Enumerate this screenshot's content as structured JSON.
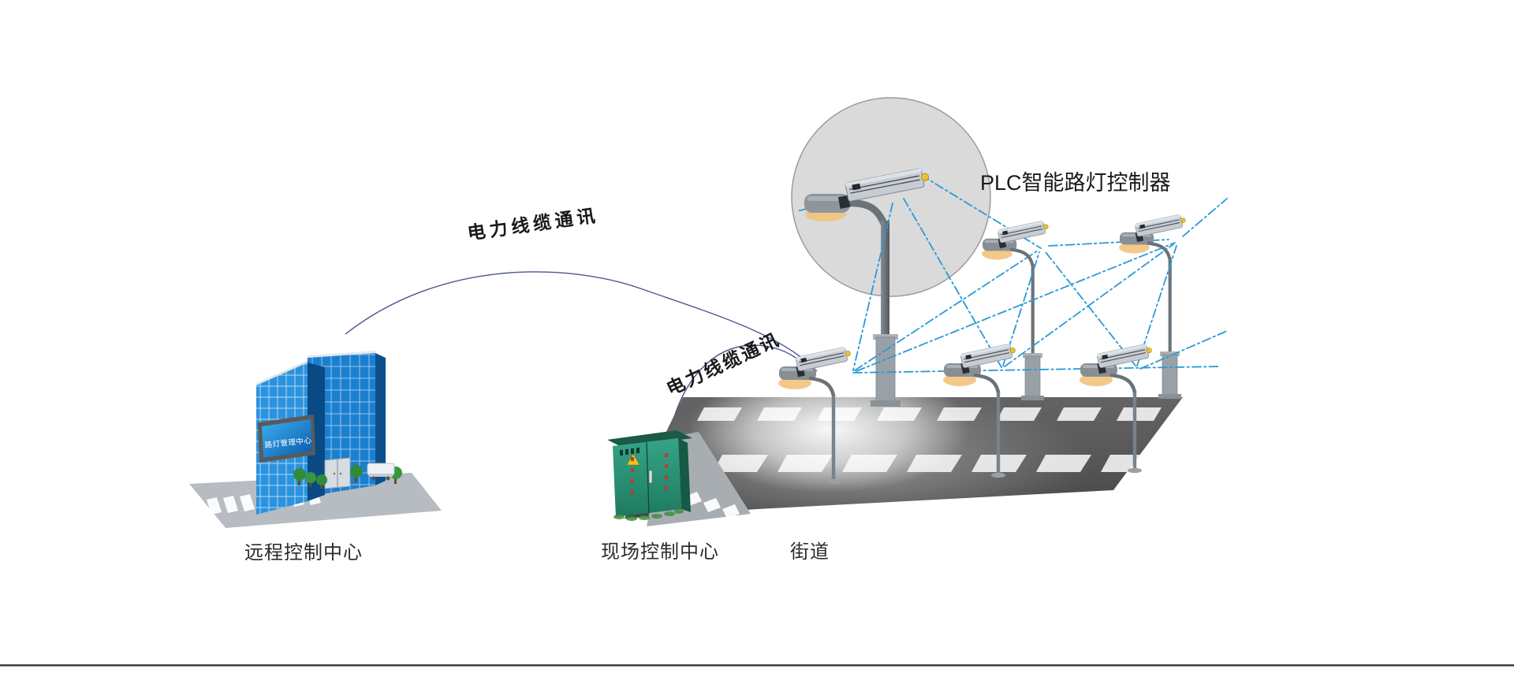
{
  "diagram": {
    "title_none": "",
    "labels": {
      "remote_control_center": "远程控制中心",
      "field_control_center": "现场控制中心",
      "street": "街道",
      "plc_controller": "PLC智能路灯控制器",
      "powerline_comm_1": "电力线缆通讯",
      "powerline_comm_2": "电力线缆通讯",
      "building_screen": "路灯管理中心"
    },
    "colors": {
      "mesh_link_blue": "#2A9AD7",
      "arc_line_navy": "#4A5790",
      "road_gray": "#565656",
      "cabinet_green": "#2E8F74",
      "building_glass_blue": "#1B7FD0",
      "lamp_glow_amber": "#F2C27C",
      "circle_fill": "#DADADA"
    },
    "nodes": [
      {
        "id": "remote-center",
        "label": "远程控制中心",
        "type": "building"
      },
      {
        "id": "field-center",
        "label": "现场控制中心",
        "type": "power-cabinet"
      },
      {
        "id": "street",
        "label": "街道",
        "type": "road"
      },
      {
        "id": "plc-unit",
        "label": "PLC智能路灯控制器",
        "type": "controller"
      },
      {
        "id": "streetlight-near-1",
        "type": "streetlight"
      },
      {
        "id": "streetlight-near-2",
        "type": "streetlight"
      },
      {
        "id": "streetlight-near-3",
        "type": "streetlight"
      },
      {
        "id": "streetlight-far-1",
        "type": "streetlight"
      },
      {
        "id": "streetlight-far-2",
        "type": "streetlight"
      }
    ],
    "links": [
      {
        "from": "remote-center",
        "to": "streetlight-near-1",
        "label": "电力线缆通讯",
        "style": "solid-arc"
      },
      {
        "from": "field-center",
        "to": "streetlight-near-1",
        "label": "电力线缆通讯",
        "style": "solid-arc"
      },
      {
        "from": "plc-unit",
        "to": "all-streetlights",
        "label": "",
        "style": "blue-dashdot-mesh"
      }
    ]
  }
}
